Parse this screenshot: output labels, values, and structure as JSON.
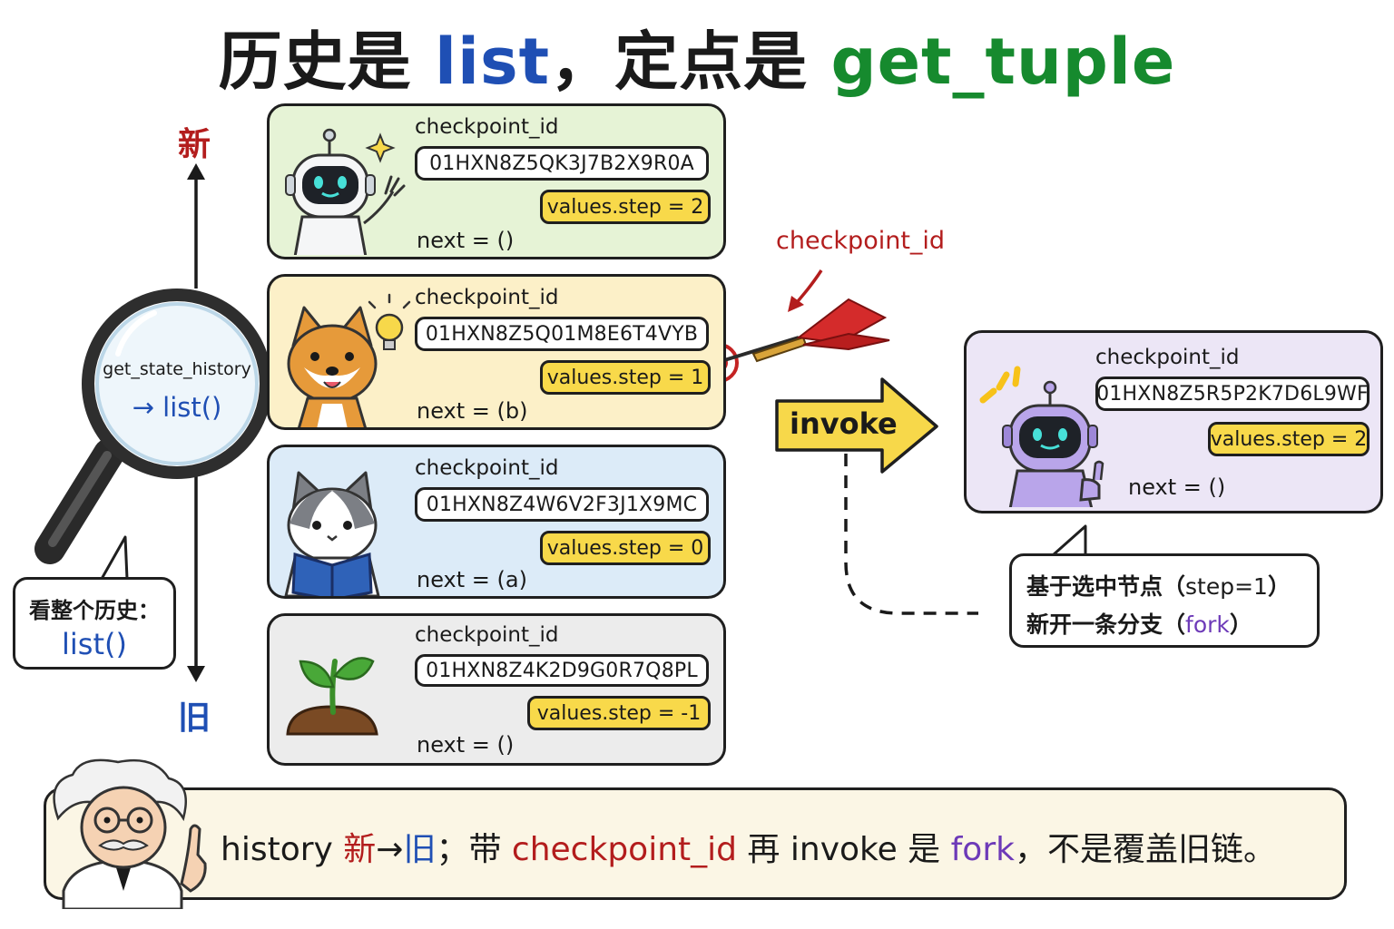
{
  "title": {
    "part1": "历史是 ",
    "part2": "list",
    "part3": "，定点是 ",
    "part4": "get_tuple"
  },
  "axis": {
    "newer_label": "新",
    "older_label": "旧"
  },
  "lens": {
    "line1": "get_state_history",
    "line2": "→ list()"
  },
  "bubble_left": {
    "line1": "看整个历史：",
    "line2": "list()"
  },
  "checkpoints": [
    {
      "label": "checkpoint_id",
      "id": "01HXN8Z5QK3J7B2X9R0A",
      "step": "values.step = 2",
      "next": "next = ()"
    },
    {
      "label": "checkpoint_id",
      "id": "01HXN8Z5Q01M8E6T4VYB",
      "step": "values.step = 1",
      "next": "next = (b)"
    },
    {
      "label": "checkpoint_id",
      "id": "01HXN8Z4W6V2F3J1X9MC",
      "step": "values.step = 0",
      "next": "next = (a)"
    },
    {
      "label": "checkpoint_id",
      "id": "01HXN8Z4K2D9G0R7Q8PL",
      "step": "values.step = -1",
      "next": "next = ()"
    }
  ],
  "dart_label": "checkpoint_id",
  "invoke_label": "invoke",
  "fork_card": {
    "label": "checkpoint_id",
    "id": "01HXN8Z5R5P2K7D6L9WF",
    "step": "values.step = 2",
    "next": "next = ()"
  },
  "bubble_right": {
    "line1_a": "基于选中节点（",
    "line1_b": "step=1",
    "line1_c": "）",
    "line2_a": "新开一条分支（",
    "line2_b": "fork",
    "line2_c": "）"
  },
  "footer": {
    "t1": "history ",
    "t2": "新",
    "t3": "→",
    "t4": "旧",
    "t5": "；带 ",
    "t6": "checkpoint_id",
    "t7": " 再 invoke 是 ",
    "t8": "fork",
    "t9": "，不是覆盖旧链。"
  },
  "colors": {
    "card_green": "#e6f3d6",
    "card_yellow": "#fcf0c8",
    "card_blue": "#dcebf8",
    "card_gray": "#ececec",
    "card_purple": "#ece6f6",
    "accent_red": "#b31d1d",
    "accent_blue": "#1f4fb4",
    "accent_green": "#168a2e",
    "accent_purple": "#6d3ab8",
    "step_yellow": "#f8d94a"
  }
}
